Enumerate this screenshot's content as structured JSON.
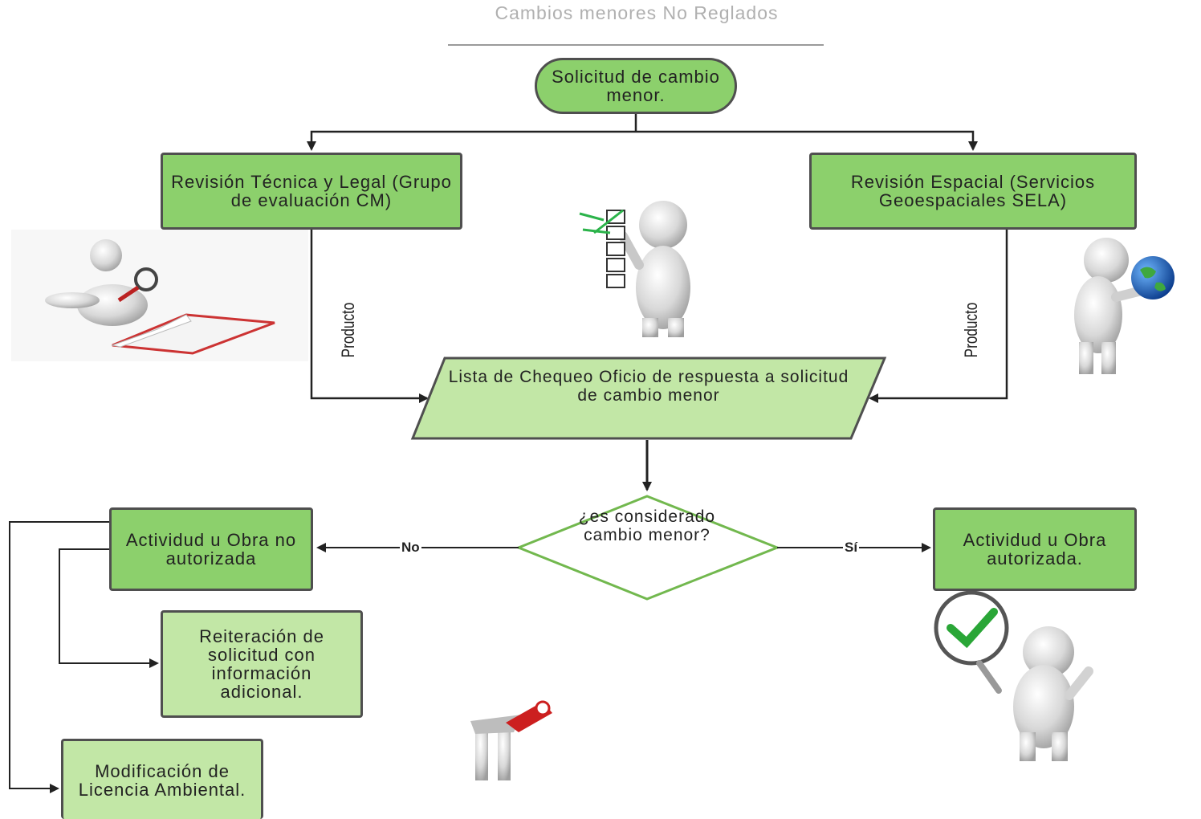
{
  "title": "Cambios menores No Reglados",
  "nodes": {
    "start": "Solicitud de cambio menor.",
    "tech_review": "Revisión Técnica y Legal (Grupo de evaluación CM)",
    "spatial_review": "Revisión Espacial (Servicios Geoespaciales SELA)",
    "checklist": "Lista de  Chequeo Oficio de respuesta a solicitud de cambio menor",
    "decision": "¿es considerado cambio menor?",
    "not_authorized": "Actividud u Obra no autorizada",
    "authorized": "Actividud u Obra autorizada.",
    "reiteration": "Reiteración de solicitud con información adicional.",
    "modification": "Modificación de Licencia Ambiental."
  },
  "edge_labels": {
    "left_product": "Producto",
    "right_product": "Producto",
    "no": "No",
    "yes": "Sí"
  },
  "colors": {
    "dark_green": "#8cd06c",
    "light_green": "#c2e7a6",
    "border": "#4f4f4f",
    "arrow": "#222222",
    "title": "#b0b0b0"
  }
}
